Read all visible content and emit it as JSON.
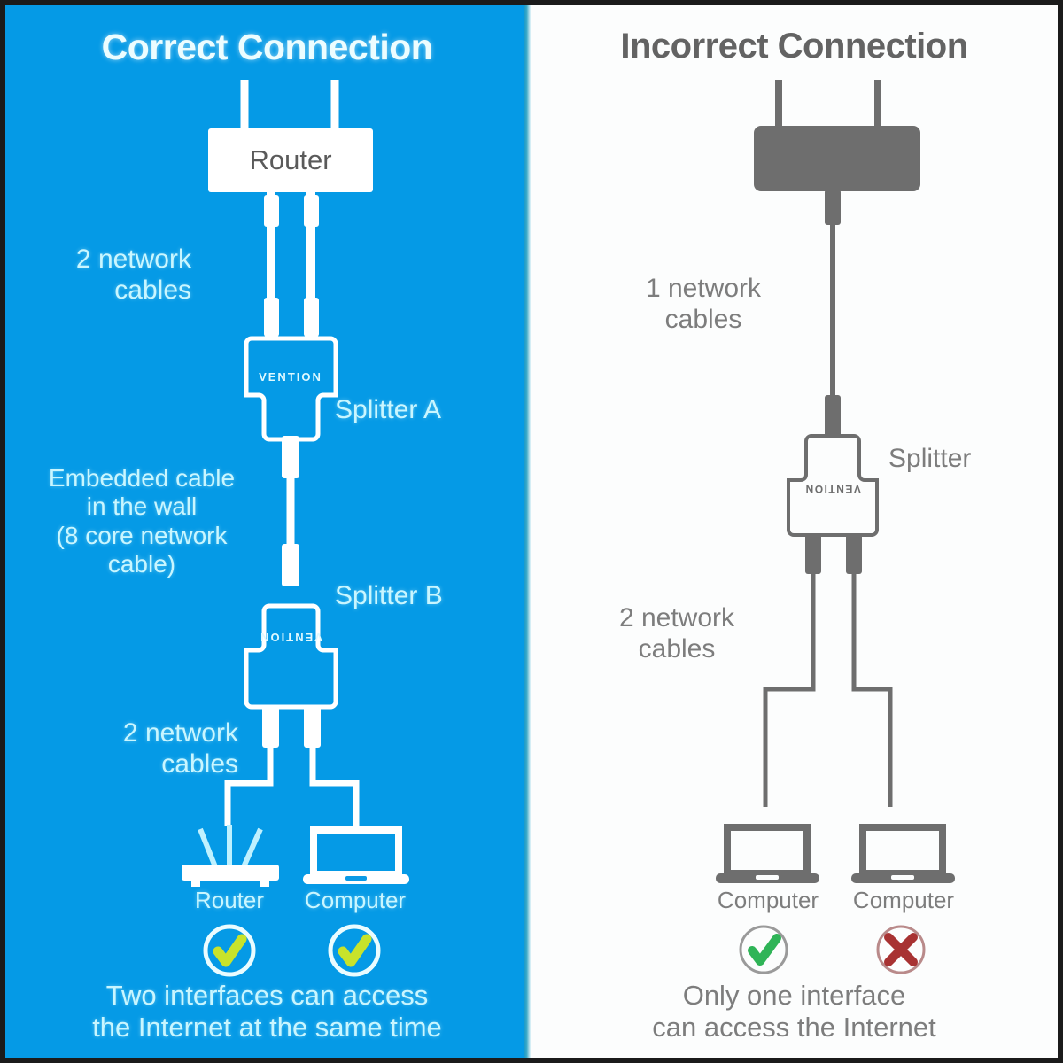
{
  "meta": {
    "kind": "comparison-diagram",
    "colors": {
      "panel_blue": "#059AE6",
      "panel_white": "#FCFDFD",
      "cyan_text": "#C9F6FF",
      "white_line": "#FFFFFF",
      "gray_line": "#6E6E6E",
      "gray_text": "#7D7D7D",
      "heading_gray": "#636363",
      "check_green_left": "#C8E32B",
      "check_green_right": "#2FB457",
      "cross_red": "#A83232",
      "frame_dark": "#1B1B1B"
    }
  },
  "left_panel": {
    "title": "Correct Connection",
    "router_box_label": "Router",
    "labels": {
      "top_cables": "2 network\ncables",
      "top_cables_line1": "2 network",
      "top_cables_line2": "cables",
      "splitter_a": "Splitter A",
      "embedded_cable_line1": "Embedded cable",
      "embedded_cable_line2": "in the wall",
      "embedded_cable_line3": "(8 core network",
      "embedded_cable_line4": "cable)",
      "splitter_b": "Splitter B",
      "bottom_cables_line1": "2 network",
      "bottom_cables_line2": "cables"
    },
    "splitter_brand": "VENTION",
    "devices": [
      {
        "name": "Router",
        "icon": "wifi-router-icon",
        "status": "check",
        "status_icon": "check-circle-icon"
      },
      {
        "name": "Computer",
        "icon": "laptop-icon",
        "status": "check",
        "status_icon": "check-circle-icon"
      }
    ],
    "caption_line1": "Two interfaces can access",
    "caption_line2": "the Internet at the same time"
  },
  "right_panel": {
    "title": "Incorrect Connection",
    "labels": {
      "top_cables_line1": "1 network",
      "top_cables_line2": "cables",
      "splitter": "Splitter",
      "bottom_cables_line1": "2 network",
      "bottom_cables_line2": "cables"
    },
    "splitter_brand": "VENTION",
    "devices": [
      {
        "name": "Computer",
        "icon": "laptop-icon",
        "status": "check",
        "status_icon": "check-circle-icon"
      },
      {
        "name": "Computer",
        "icon": "laptop-icon",
        "status": "cross",
        "status_icon": "cross-circle-icon"
      }
    ],
    "caption_line1": "Only one interface",
    "caption_line2": "can access the Internet"
  }
}
